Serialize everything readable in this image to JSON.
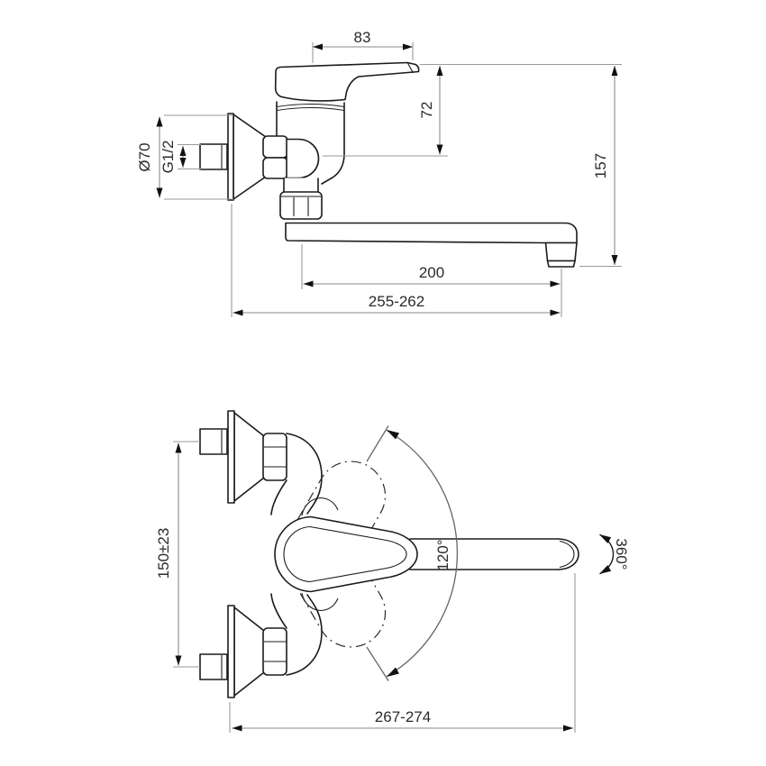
{
  "drawing": {
    "colors": {
      "background": "#ffffff",
      "outline": "#1b1b1b",
      "dimension_lines": "#8a8a8a",
      "text": "#2b2b2b"
    },
    "side_view": {
      "dims": {
        "handle_length": "83",
        "handle_height": "72",
        "total_height": "157",
        "escutcheon_diameter": "Ø70",
        "thread_size": "G1/2",
        "spout_reach": "200",
        "wall_to_spout_tip": "255-262"
      }
    },
    "front_view": {
      "dims": {
        "inlet_centre_distance": "150±23",
        "handle_swivel_angle": "120°",
        "spout_swivel_angle": "360°",
        "overall_width": "267-274"
      }
    }
  }
}
